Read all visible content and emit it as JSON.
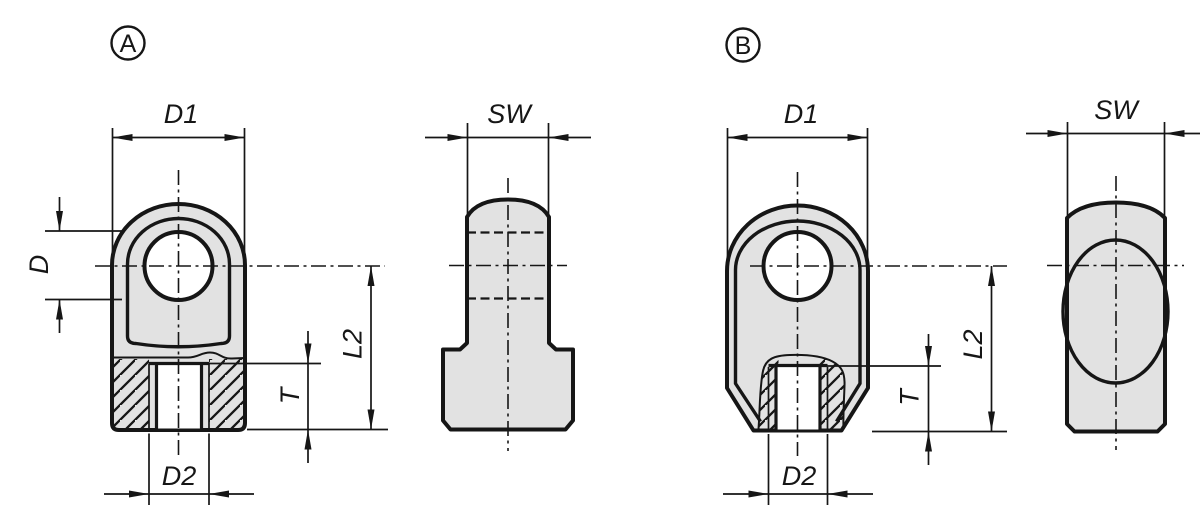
{
  "drawing": {
    "type": "technical-dimension-drawing",
    "colors": {
      "background": "#ffffff",
      "part_fill": "#e2e2e2",
      "line": "#161616"
    },
    "variants": [
      {
        "label": "A",
        "dims": {
          "d1": "D1",
          "d": "D",
          "d2": "D2",
          "t": "T",
          "l2": "L2",
          "sw": "SW"
        }
      },
      {
        "label": "B",
        "dims": {
          "d1": "D1",
          "d2": "D2",
          "t": "T",
          "l2": "L2",
          "sw": "SW"
        }
      }
    ]
  }
}
